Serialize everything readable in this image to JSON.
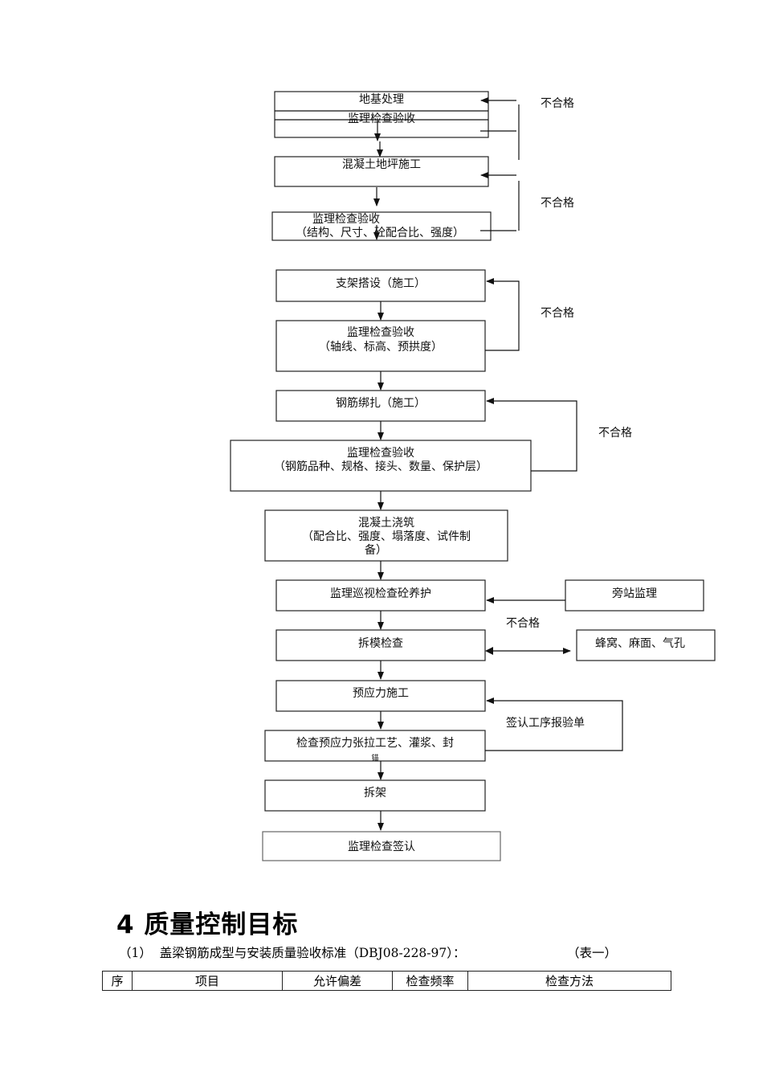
{
  "flowchart": {
    "steps": {
      "foundation": "地基处理",
      "inspect1": "监理检查验收",
      "concrete_floor": "混凝土地坪施工",
      "inspect2_title": "监理检查验收",
      "inspect2_detail": "（结构、尺寸、砼配合比、强度）",
      "scaffold": "支架搭设（施工）",
      "inspect3_title": "监理检查验收",
      "inspect3_detail": "（轴线、标高、预拱度）",
      "rebar": "钢筋绑扎（施工）",
      "inspect4_title": "监理检查验收",
      "inspect4_detail": "（钢筋品种、规格、接头、数量、保护层）",
      "pour_title": "混凝土浇筑",
      "pour_detail_1": "（配合比、强度、塌落度、试件制",
      "pour_detail_2": "备）",
      "curing": "监理巡视检查砼养护",
      "formwork": "拆模检查",
      "prestress": "预应力施工",
      "prestress_check_1": "检查预应力张拉工艺、灌浆、封",
      "prestress_check_2": "锚",
      "dismantle": "拆架",
      "final_sign": "监理检查签认"
    },
    "side": {
      "onsite": "旁站监理",
      "defects": "蜂窝、麻面、气孔",
      "sign_report": "签认工序报验单"
    },
    "fail_labels": [
      "不合格",
      "不合格",
      "不合格",
      "不合格",
      "不合格"
    ]
  },
  "section": {
    "heading": "4 质量控制目标",
    "subtitle": "（1）  盖梁钢筋成型与安装质量验收标准（DBJ08-228-97）：",
    "table_label": "（表一）"
  },
  "table": {
    "headers": [
      "序",
      "项目",
      "允许偏差",
      "检查频率",
      "检查方法"
    ]
  }
}
